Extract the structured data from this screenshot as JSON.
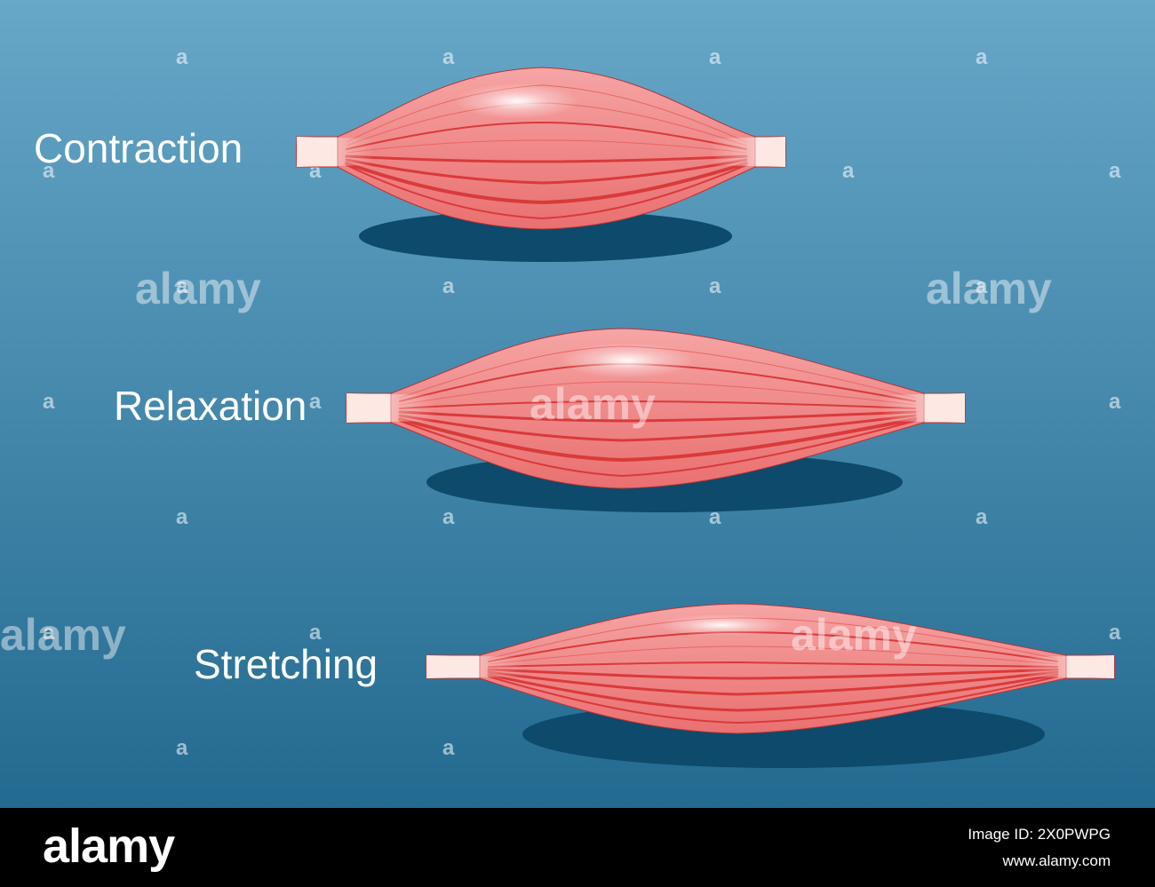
{
  "states": [
    {
      "id": "contraction",
      "label": "Contraction"
    },
    {
      "id": "relaxation",
      "label": "Relaxation"
    },
    {
      "id": "stretching",
      "label": "Stretching"
    }
  ],
  "colors": {
    "background_top": "#67a7c8",
    "background_bottom": "#236a90",
    "muscle_fill": "#f08c8c",
    "muscle_fiber": "#d93a3a",
    "tendon_fill": "#fde8e4",
    "shadow": "#0d4a6b",
    "footer": "#000000"
  },
  "watermark": {
    "brand": "alamy",
    "small_mark": "a"
  },
  "footer": {
    "logo": "alamy",
    "image_id": "Image ID: 2X0PWPG",
    "site": "www.alamy.com"
  }
}
